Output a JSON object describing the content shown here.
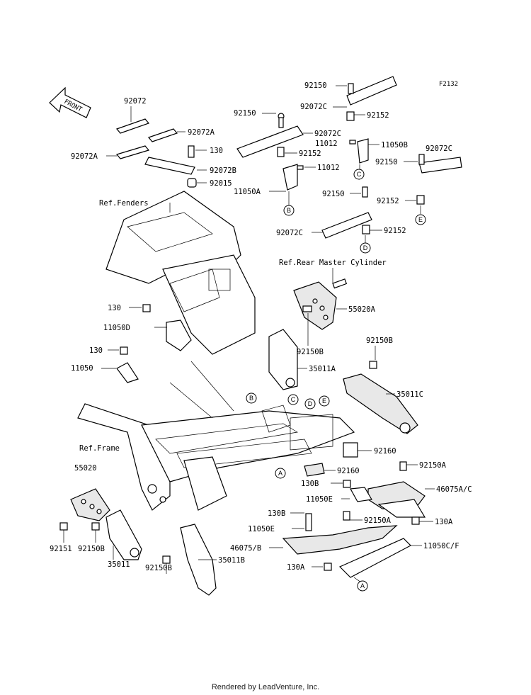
{
  "figure_code": "F2132",
  "front_label": "FRONT",
  "refs": {
    "fenders": "Ref.Fenders",
    "rear_master_cylinder": "Ref.Rear Master Cylinder",
    "frame": "Ref.Frame"
  },
  "parts": {
    "p92072": "92072",
    "p92072A_1": "92072A",
    "p92072A_2": "92072A",
    "p130_1": "130",
    "p92072B": "92072B",
    "p92015": "92015",
    "p92150_1": "92150",
    "p92072C_1": "92072C",
    "p92152_1": "92152",
    "p11012_1": "11012",
    "p11050A": "11050A",
    "p92150_2": "92150",
    "p92072C_2": "92072C",
    "p92152_2": "92152",
    "p11012_2": "11012",
    "p11050B": "11050B",
    "p92072C_3": "92072C",
    "p92150_3": "92150",
    "p92152_3": "92152",
    "p92150_4": "92150",
    "p92072C_4": "92072C",
    "p92152_4": "92152",
    "p130_2": "130",
    "p11050D": "11050D",
    "p130_3": "130",
    "p11050": "11050",
    "p55020A": "55020A",
    "p92150B_1": "92150B",
    "p35011A": "35011A",
    "p92150B_2": "92150B",
    "p35011C": "35011C",
    "p92160_1": "92160",
    "p92160_2": "92160",
    "p92150A_1": "92150A",
    "p130B_1": "130B",
    "p46075AC": "46075A/C",
    "p11050E_1": "11050E",
    "p130B_2": "130B",
    "p92150A_2": "92150A",
    "p130A_1": "130A",
    "p11050E_2": "11050E",
    "p46075B": "46075/B",
    "p11050CF": "11050C/F",
    "p130A_2": "130A",
    "p55020": "55020",
    "p92151": "92151",
    "p92150B_3": "92150B",
    "p35011": "35011",
    "p92150B_4": "92150B",
    "p35011B": "35011B"
  },
  "callouts": {
    "A": "A",
    "B": "B",
    "C": "C",
    "D": "D",
    "E": "E"
  },
  "footer": "Rendered by LeadVenture, Inc."
}
